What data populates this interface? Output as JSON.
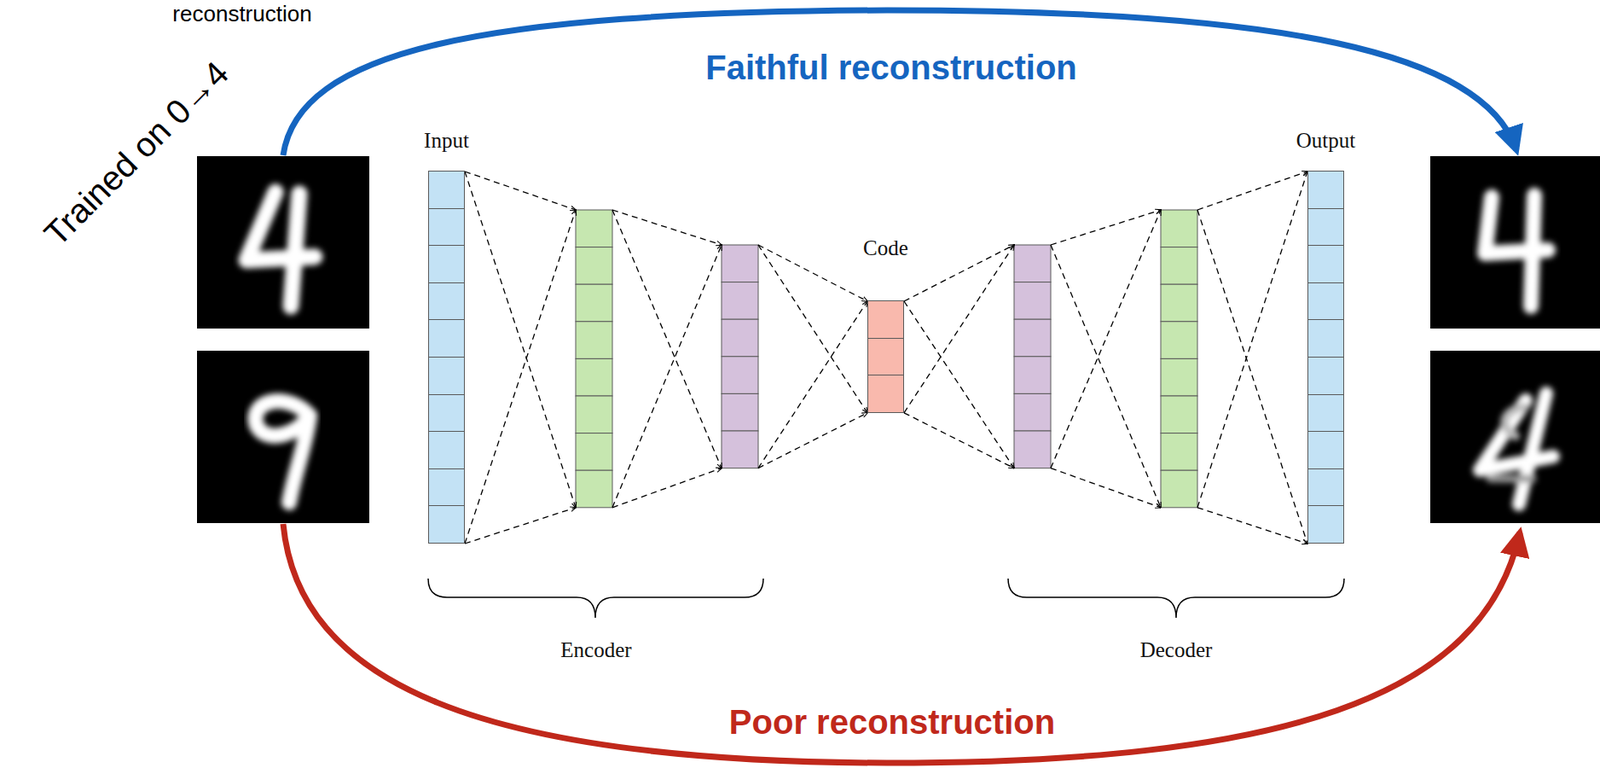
{
  "diagram": {
    "nodes": [
      {
        "text": [
          "Input"
        ]
      },
      {
        "text": [
          "Code"
        ]
      },
      {
        "text": [
          "Output"
        ]
      }
    ],
    "labels": [
      "reconstruction",
      "Trained on 0→4",
      "Faithful reconstruction",
      "Poor reconstruction",
      "Encoder",
      "Decoder"
    ]
  }
}
